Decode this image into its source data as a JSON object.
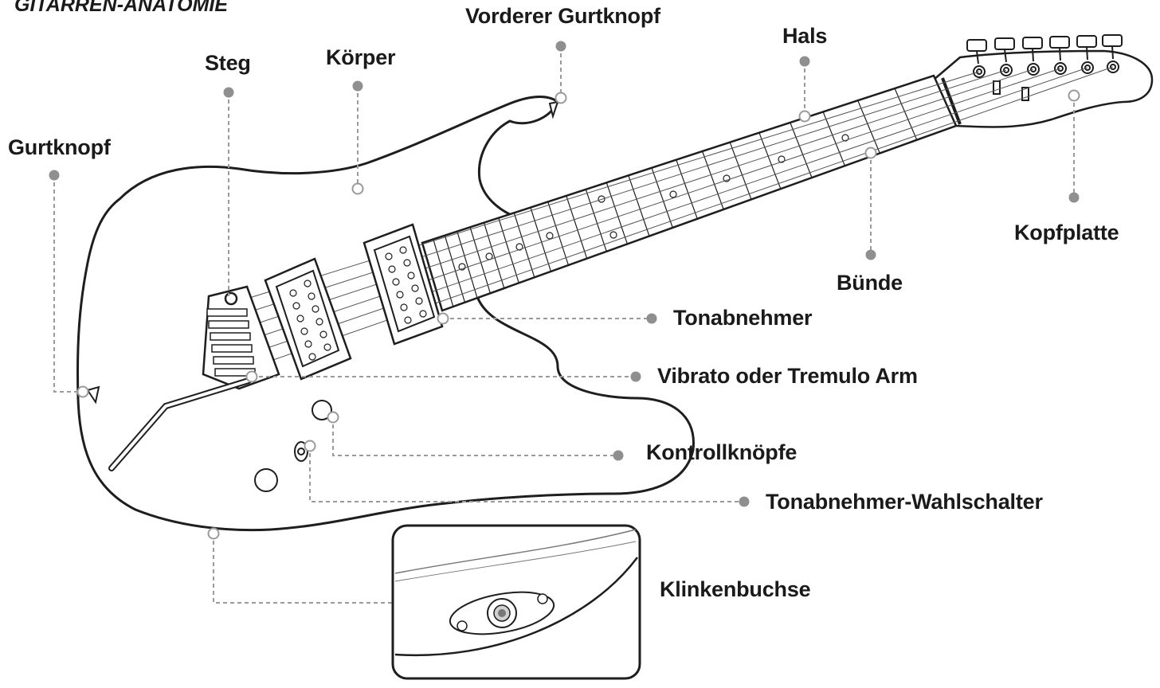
{
  "title": "GITARREN-ANATOMIE",
  "labels": {
    "vorderer_gurtknopf": "Vorderer Gurtknopf",
    "hals": "Hals",
    "steg": "Steg",
    "koerper": "Körper",
    "gurtknopf": "Gurtknopf",
    "kopfplatte": "Kopfplatte",
    "buende": "Bünde",
    "tonabnehmer": "Tonabnehmer",
    "vibrato": "Vibrato oder Tremulo Arm",
    "kontrollknoepfe": "Kontrollknöpfe",
    "wahlschalter": "Tonabnehmer-Wahlschalter",
    "klinkenbuchse": "Klinkenbuchse"
  },
  "colors": {
    "outline": "#1e1e1e",
    "leader": "#9a9a9a",
    "dot": "#8f8f8f",
    "text": "#1a1a1a"
  }
}
